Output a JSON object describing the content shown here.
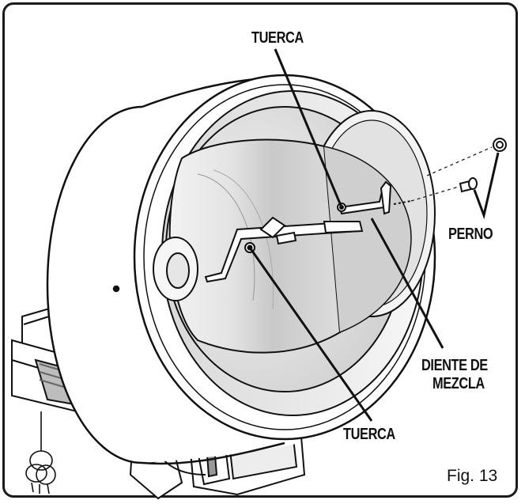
{
  "labels": {
    "nut_top": "TUERCA",
    "bolt": "PERNO",
    "mixing_blade_line1": "DIENTE DE",
    "mixing_blade_line2": "MEZCLA",
    "nut_bottom": "TUERCA"
  },
  "figure": "Fig. 13"
}
